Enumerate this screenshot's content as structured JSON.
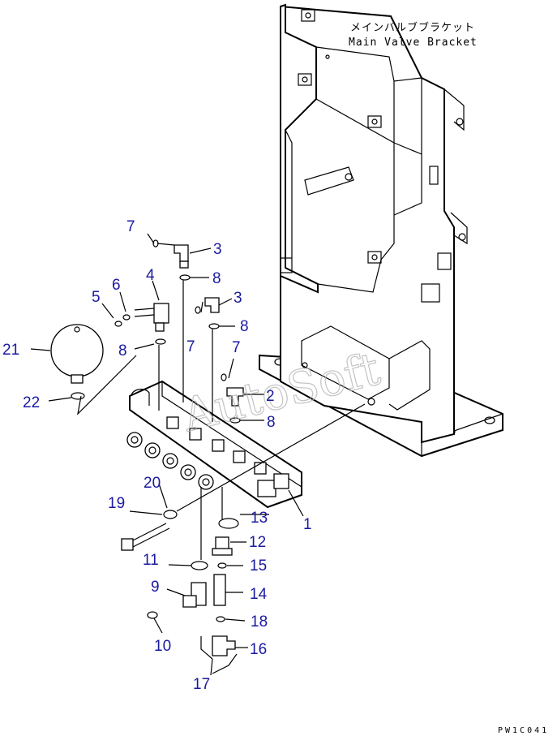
{
  "bracket": {
    "label_jp": "メインバルブブラケット",
    "label_en": "Main Valve Bracket"
  },
  "watermark": "AutoSoft",
  "drawing_code": "PW1C041",
  "callouts": [
    {
      "id": "c1",
      "text": "1"
    },
    {
      "id": "c2",
      "text": "2"
    },
    {
      "id": "c3a",
      "text": "3"
    },
    {
      "id": "c3b",
      "text": "3"
    },
    {
      "id": "c4",
      "text": "4"
    },
    {
      "id": "c5",
      "text": "5"
    },
    {
      "id": "c6",
      "text": "6"
    },
    {
      "id": "c7a",
      "text": "7"
    },
    {
      "id": "c7b",
      "text": "7"
    },
    {
      "id": "c7c",
      "text": "7"
    },
    {
      "id": "c8a",
      "text": "8"
    },
    {
      "id": "c8b",
      "text": "8"
    },
    {
      "id": "c8c",
      "text": "8"
    },
    {
      "id": "c8d",
      "text": "8"
    },
    {
      "id": "c9",
      "text": "9"
    },
    {
      "id": "c10",
      "text": "10"
    },
    {
      "id": "c11",
      "text": "11"
    },
    {
      "id": "c12",
      "text": "12"
    },
    {
      "id": "c13",
      "text": "13"
    },
    {
      "id": "c14",
      "text": "14"
    },
    {
      "id": "c15",
      "text": "15"
    },
    {
      "id": "c16",
      "text": "16"
    },
    {
      "id": "c17",
      "text": "17"
    },
    {
      "id": "c18",
      "text": "18"
    },
    {
      "id": "c19",
      "text": "19"
    },
    {
      "id": "c20",
      "text": "20"
    },
    {
      "id": "c21",
      "text": "21"
    },
    {
      "id": "c22",
      "text": "22"
    }
  ]
}
